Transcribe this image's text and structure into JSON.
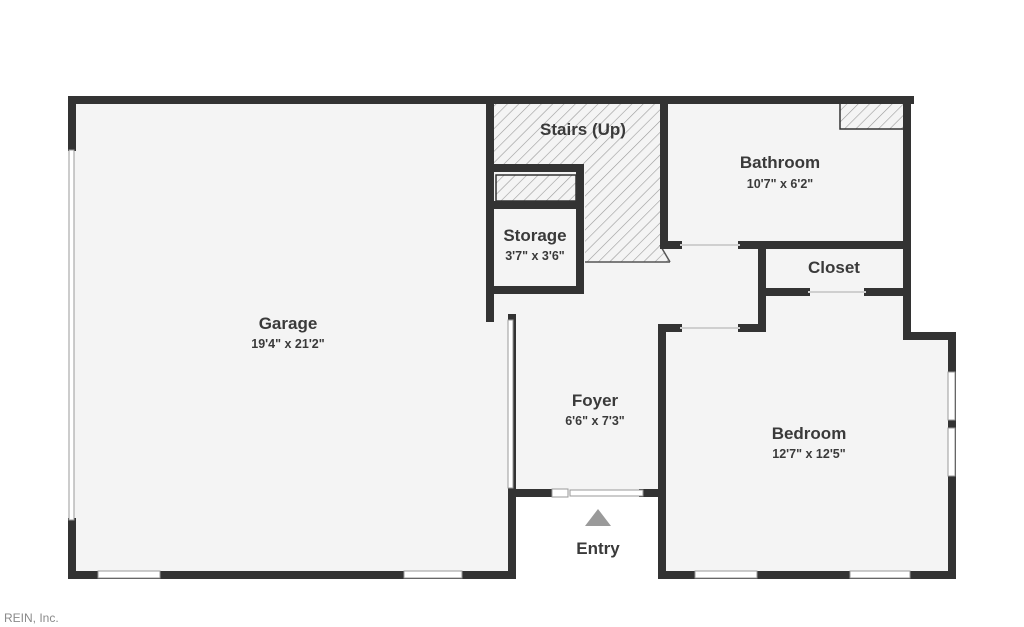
{
  "rooms": {
    "stairs": {
      "name": "Stairs (Up)"
    },
    "bathroom": {
      "name": "Bathroom",
      "dims": "10'7\" x 6'2\""
    },
    "closet": {
      "name": "Closet"
    },
    "storage": {
      "name": "Storage",
      "dims": "3'7\" x 3'6\""
    },
    "garage": {
      "name": "Garage",
      "dims": "19'4\" x 21'2\""
    },
    "foyer": {
      "name": "Foyer",
      "dims": "6'6\" x 7'3\""
    },
    "bedroom": {
      "name": "Bedroom",
      "dims": "12'7\" x 12'5\""
    },
    "entry": {
      "name": "Entry"
    }
  },
  "credit": "REIN, Inc.",
  "colors": {
    "wall": "#333333",
    "floor": "#f4f4f4",
    "hatch": "#9a9a9a",
    "text": "#3a3a3a"
  }
}
